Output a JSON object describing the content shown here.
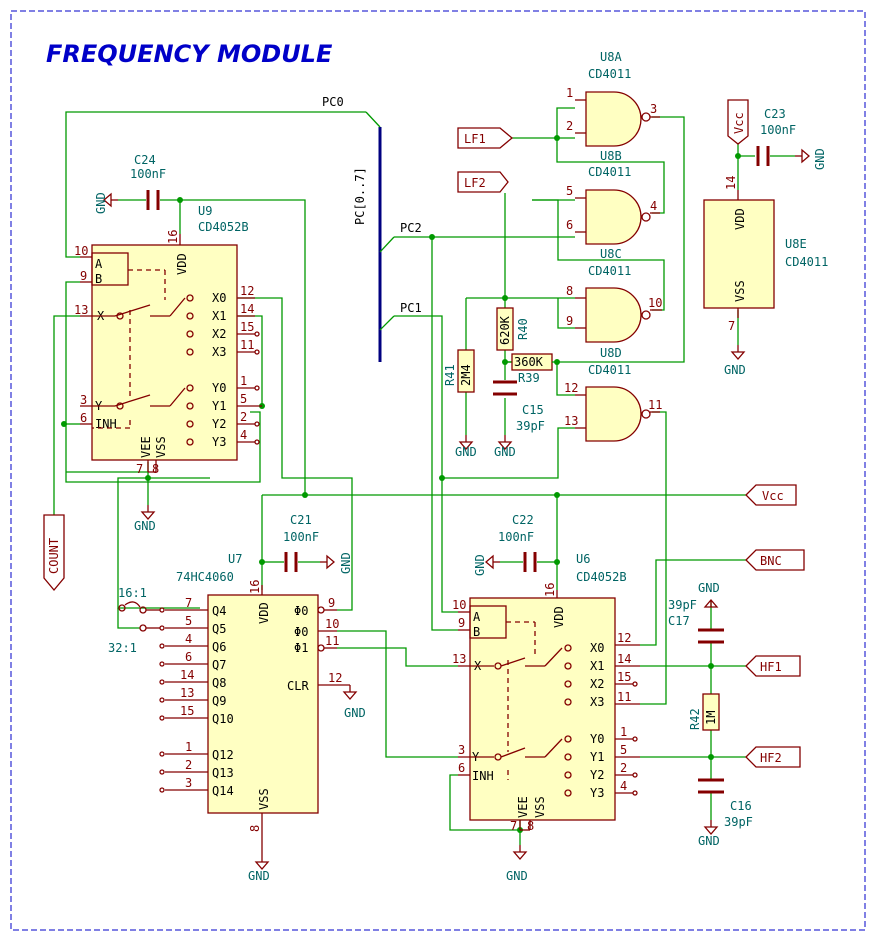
{
  "title": "FREQUENCY MODULE",
  "bus": {
    "label": "PC[0..7]",
    "nets": [
      "PC0",
      "PC1",
      "PC2"
    ]
  },
  "labels": {
    "lf1": "LF1",
    "lf2": "LF2",
    "vcc_right": "Vcc",
    "vcc_top": "Vcc",
    "count": "COUNT",
    "bnc": "BNC",
    "hf1": "HF1",
    "hf2": "HF2"
  },
  "gnd": "GND",
  "u9": {
    "ref": "U9",
    "value": "CD4052B",
    "pins_left": [
      {
        "num": "10",
        "name": "A"
      },
      {
        "num": "9",
        "name": "B"
      },
      {
        "num": "13",
        "name": "X"
      },
      {
        "num": "3",
        "name": "Y"
      },
      {
        "num": "6",
        "name": "INH"
      }
    ],
    "pins_right": [
      {
        "num": "12",
        "name": "X0"
      },
      {
        "num": "14",
        "name": "X1"
      },
      {
        "num": "15",
        "name": "X2"
      },
      {
        "num": "11",
        "name": "X3"
      },
      {
        "num": "1",
        "name": "Y0"
      },
      {
        "num": "5",
        "name": "Y1"
      },
      {
        "num": "2",
        "name": "Y2"
      },
      {
        "num": "4",
        "name": "Y3"
      }
    ],
    "pin_vdd": "16",
    "vdd": "VDD",
    "pin_vee": "7",
    "vee": "VEE",
    "pin_vss": "8",
    "vss": "VSS"
  },
  "u6": {
    "ref": "U6",
    "value": "CD4052B",
    "pins_left": [
      {
        "num": "10",
        "name": "A"
      },
      {
        "num": "9",
        "name": "B"
      },
      {
        "num": "13",
        "name": "X"
      },
      {
        "num": "3",
        "name": "Y"
      },
      {
        "num": "6",
        "name": "INH"
      }
    ],
    "pins_right": [
      {
        "num": "12",
        "name": "X0"
      },
      {
        "num": "14",
        "name": "X1"
      },
      {
        "num": "15",
        "name": "X2"
      },
      {
        "num": "11",
        "name": "X3"
      },
      {
        "num": "1",
        "name": "Y0"
      },
      {
        "num": "5",
        "name": "Y1"
      },
      {
        "num": "2",
        "name": "Y2"
      },
      {
        "num": "4",
        "name": "Y3"
      }
    ],
    "pin_vdd": "16",
    "vdd": "VDD",
    "pin_vee": "7",
    "vee": "VEE",
    "pin_vss": "8",
    "vss": "VSS"
  },
  "u7": {
    "ref": "U7",
    "value": "74HC4060",
    "pins_left": [
      {
        "num": "7",
        "name": "Q4"
      },
      {
        "num": "5",
        "name": "Q5"
      },
      {
        "num": "4",
        "name": "Q6"
      },
      {
        "num": "6",
        "name": "Q7"
      },
      {
        "num": "14",
        "name": "Q8"
      },
      {
        "num": "13",
        "name": "Q9"
      },
      {
        "num": "15",
        "name": "Q10"
      },
      {
        "num": "1",
        "name": "Q12"
      },
      {
        "num": "2",
        "name": "Q13"
      },
      {
        "num": "3",
        "name": "Q14"
      }
    ],
    "pins_right": [
      {
        "num": "9",
        "name": "Φ0"
      },
      {
        "num": "10",
        "name": "Φ0"
      },
      {
        "num": "11",
        "name": "Φ1"
      },
      {
        "num": "12",
        "name": "CLR"
      }
    ],
    "pin_vdd": "16",
    "vdd": "VDD",
    "pin_vss": "8",
    "vss": "VSS"
  },
  "u8": {
    "value": "CD4011",
    "gates": [
      {
        "ref": "U8A",
        "in1": "1",
        "in2": "2",
        "out": "3"
      },
      {
        "ref": "U8B",
        "in1": "5",
        "in2": "6",
        "out": "4"
      },
      {
        "ref": "U8C",
        "in1": "8",
        "in2": "9",
        "out": "10"
      },
      {
        "ref": "U8D",
        "in1": "12",
        "in2": "13",
        "out": "11"
      }
    ],
    "power": {
      "ref": "U8E",
      "pin_vdd": "14",
      "vdd": "VDD",
      "pin_vss": "7",
      "vss": "VSS"
    }
  },
  "caps": [
    {
      "ref": "C24",
      "value": "100nF"
    },
    {
      "ref": "C21",
      "value": "100nF"
    },
    {
      "ref": "C22",
      "value": "100nF"
    },
    {
      "ref": "C23",
      "value": "100nF"
    },
    {
      "ref": "C15",
      "value": "39pF"
    },
    {
      "ref": "C17",
      "value": "39pF"
    },
    {
      "ref": "C16",
      "value": "39pF"
    }
  ],
  "resistors": [
    {
      "ref": "R40",
      "value": "620K"
    },
    {
      "ref": "R41",
      "value": "2M4"
    },
    {
      "ref": "R39",
      "value": "360K"
    },
    {
      "ref": "R42",
      "value": "1M"
    }
  ],
  "jumper": {
    "opt1": "16:1",
    "opt2": "32:1"
  }
}
